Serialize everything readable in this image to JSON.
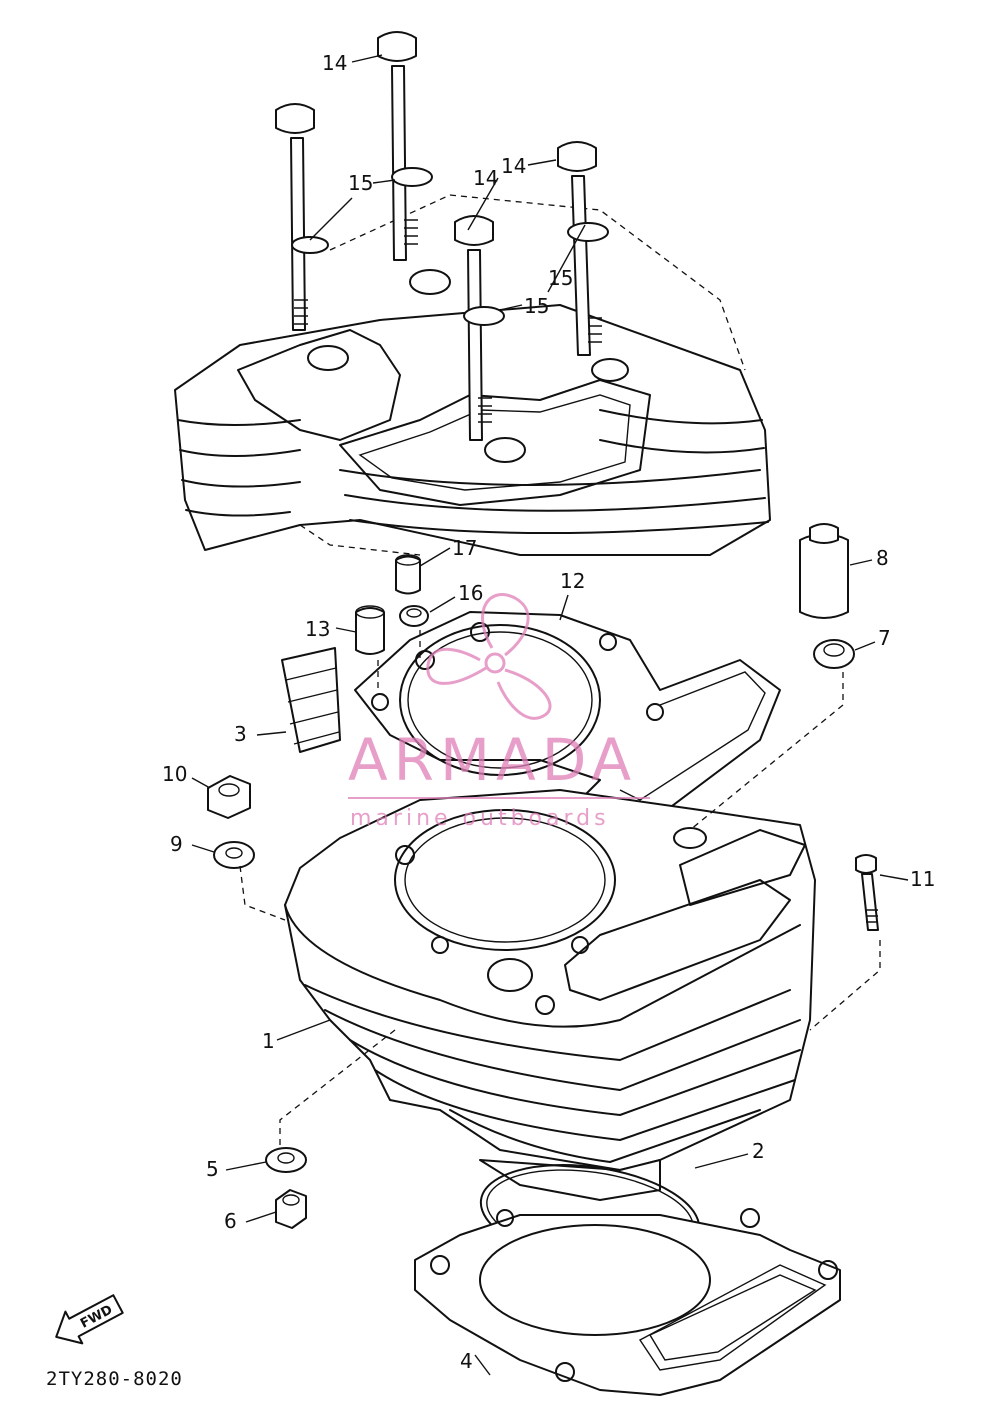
{
  "diagram": {
    "code": "2TY280-8020",
    "fwd_label": "FWD",
    "watermark": {
      "brand": "ARMADA",
      "tagline": "marine outboards",
      "color": "#e07fb8"
    },
    "callouts": [
      "14",
      "14",
      "15",
      "15",
      "14",
      "15",
      "17",
      "16",
      "12",
      "13",
      "8",
      "7",
      "3",
      "10",
      "9",
      "11",
      "1",
      "2",
      "5",
      "6",
      "4"
    ]
  }
}
